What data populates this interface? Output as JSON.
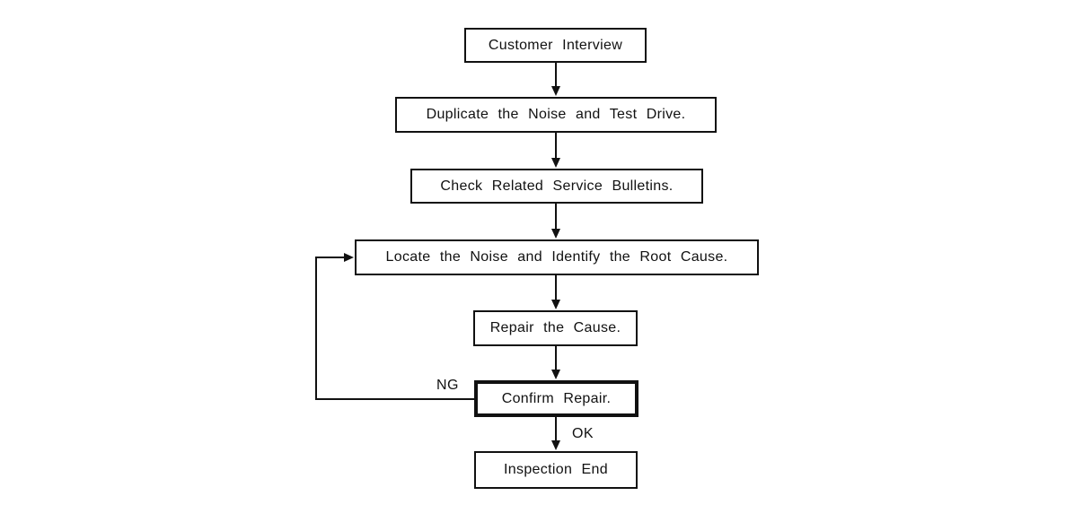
{
  "diagram": {
    "type": "flowchart",
    "background": "#ffffff",
    "line_color": "#111111",
    "nodes": [
      {
        "id": "customer-interview",
        "label": "Customer Interview"
      },
      {
        "id": "duplicate-noise",
        "label": "Duplicate the Noise and Test Drive."
      },
      {
        "id": "check-bulletins",
        "label": "Check Related Service Bulletins."
      },
      {
        "id": "locate-noise",
        "label": "Locate the Noise and Identify the Root Cause."
      },
      {
        "id": "repair-cause",
        "label": "Repair the Cause."
      },
      {
        "id": "confirm-repair",
        "label": "Confirm Repair.",
        "emphasis": "bold-border"
      },
      {
        "id": "inspection-end",
        "label": "Inspection End"
      }
    ],
    "edges": [
      {
        "from": "customer-interview",
        "to": "duplicate-noise"
      },
      {
        "from": "duplicate-noise",
        "to": "check-bulletins"
      },
      {
        "from": "check-bulletins",
        "to": "locate-noise"
      },
      {
        "from": "locate-noise",
        "to": "repair-cause"
      },
      {
        "from": "repair-cause",
        "to": "confirm-repair"
      },
      {
        "from": "confirm-repair",
        "to": "inspection-end",
        "label": "OK"
      },
      {
        "from": "confirm-repair",
        "to": "locate-noise",
        "label": "NG",
        "route": "left-feedback-loop"
      }
    ],
    "edge_labels": {
      "ng": "NG",
      "ok": "OK"
    }
  }
}
